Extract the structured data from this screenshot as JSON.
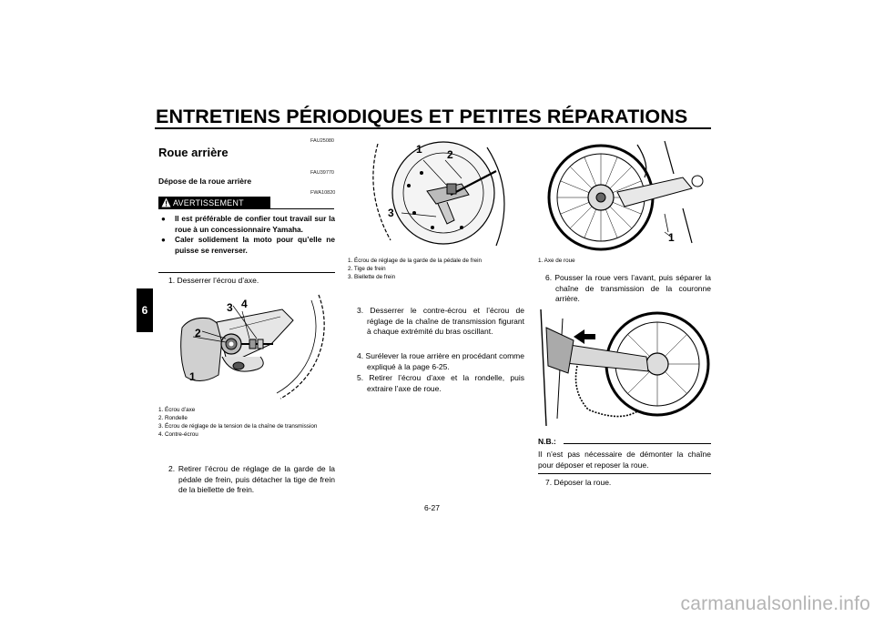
{
  "header": {
    "title": "ENTRETIENS PÉRIODIQUES ET PETITES RÉPARATIONS",
    "chapter": "6"
  },
  "codes": {
    "section": "FAU25080",
    "subsection": "FAU39770",
    "warning": "FWA10820"
  },
  "section_title": "Roue arrière",
  "subsection_title": "Dépose de la roue arrière",
  "warning": {
    "label": "AVERTISSEMENT",
    "items": [
      "Il est préférable de confier tout travail sur la roue à un concessionnaire Yamaha.",
      "Caler solidement la moto pour qu’elle ne puisse se renverser."
    ]
  },
  "steps": {
    "s1": "1. Desserrer l’écrou d’axe.",
    "s2": "2. Retirer l’écrou de réglage de la garde de la pédale de frein, puis détacher la tige de frein de la biellette de frein.",
    "s3": "3. Desserrer le contre-écrou et l’écrou de réglage de la chaîne de transmission figurant à chaque extrémité du bras oscillant.",
    "s4": "4. Surélever la roue arrière en procédant comme expliqué à la page 6-25.",
    "s5": "5. Retirer l’écrou d’axe et la rondelle, puis extraire l’axe de roue.",
    "s6": "6. Pousser la roue vers l’avant, puis séparer la chaîne de transmission de la couronne arrière.",
    "s7": "7. Déposer la roue."
  },
  "figure1": {
    "callouts": [
      "1",
      "2",
      "3",
      "4"
    ],
    "captions": [
      "1. Écrou d’axe",
      "2. Rondelle",
      "3. Écrou de réglage de la tension de la chaîne de transmission",
      "4. Contre-écrou"
    ]
  },
  "figure2": {
    "callouts": [
      "1",
      "2",
      "3"
    ],
    "captions": [
      "1. Écrou de réglage de la garde de la pédale de frein",
      "2. Tige de frein",
      "3. Biellette de frein"
    ]
  },
  "figure3": {
    "callouts": [
      "1"
    ],
    "captions": [
      "1. Axe de roue"
    ]
  },
  "note": {
    "label": "N.B.:",
    "text": "Il n’est pas nécessaire de démonter la chaîne pour déposer et reposer la roue."
  },
  "page_number": "6-27",
  "watermark": "carmanualsonline.info"
}
